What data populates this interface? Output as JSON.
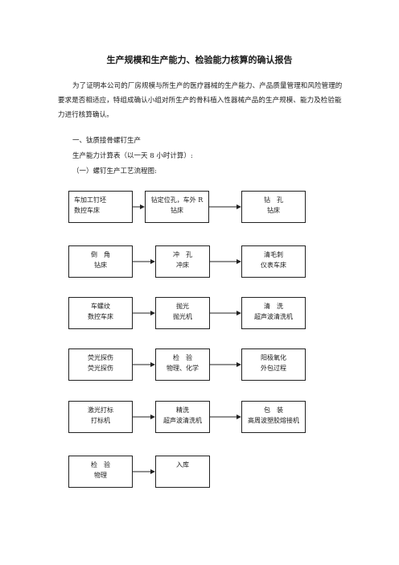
{
  "title": "生产规模和生产能力、检验能力核算的确认报告",
  "intro": "为了证明本公司的厂房规模与所生产的医疗器械的生产能力、产品质量管理和风险管理的要求是否相适应，特组成确认小组对所生产的骨科植入性器械产品的生产规模、能力及检验能力进行核算确认。",
  "section1": "一、钛质接骨螺钉生产",
  "calc": "生产能力计算表（以一天 8 小时计算）:",
  "flow_heading": "（一）螺钉生产工艺流程图:",
  "flow": {
    "rows": [
      [
        {
          "l1": "车加工钉坯",
          "l2": "数控车床"
        },
        {
          "l1": "钻定位孔，车外 R",
          "l2": "钻床"
        },
        {
          "l1": "钻　孔",
          "l2": "钻床"
        }
      ],
      [
        {
          "l1": "倒　角",
          "l2": "钻床"
        },
        {
          "l1": "冲　孔",
          "l2": "冲床"
        },
        {
          "l1": "清毛刺",
          "l2": "仪表车床"
        }
      ],
      [
        {
          "l1": "车螺纹",
          "l2": "数控车床"
        },
        {
          "l1": "抛光",
          "l2": "抛光机"
        },
        {
          "l1": "清　洗",
          "l2": "超声波清洗机"
        }
      ],
      [
        {
          "l1": "荧光探伤",
          "l2": "荧光探伤"
        },
        {
          "l1": "检　验",
          "l2": "物理、化学"
        },
        {
          "l1": "阳极氧化",
          "l2": "外包过程"
        }
      ],
      [
        {
          "l1": "激光打标",
          "l2": "打标机"
        },
        {
          "l1": "精洗",
          "l2": "超声波清洗机"
        },
        {
          "l1": "包　装",
          "l2": "高周波塑胶熔接机"
        }
      ],
      [
        {
          "l1": "检　验",
          "l2": "物理"
        },
        {
          "l1": "入库",
          "l2": ""
        }
      ]
    ]
  }
}
